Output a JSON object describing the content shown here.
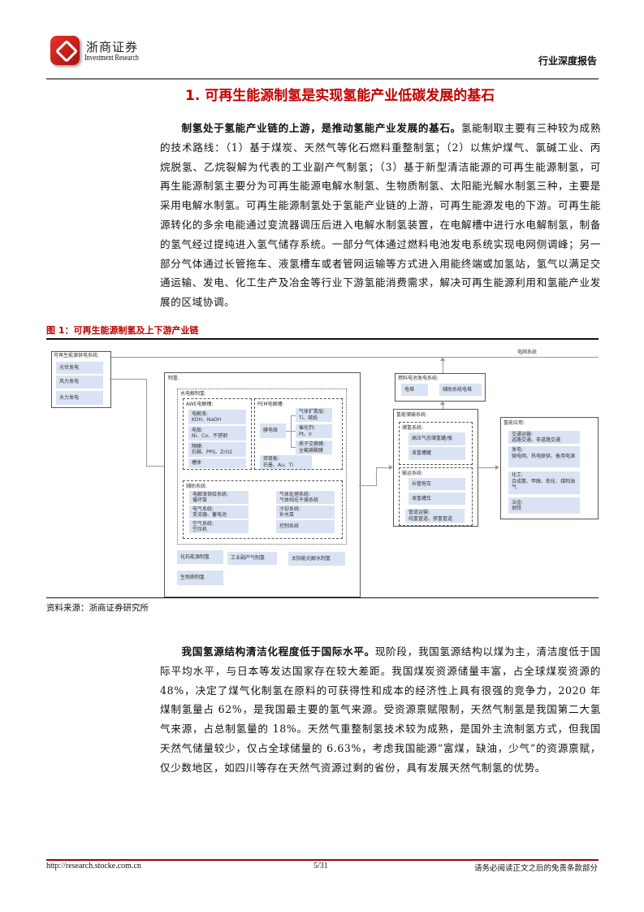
{
  "header": {
    "brand_cn": "浙商证券",
    "brand_en": "Investment Research",
    "doc_type": "行业深度报告"
  },
  "section_title": "1. 可再生能源制氢是实现氢能产业低碳发展的基石",
  "para1": {
    "lead": "制氢处于氢能产业链的上游，是推动氢能产业发展的基石。",
    "body": "氢能制取主要有三种较为成熟的技术路线：（1）基于煤炭、天然气等化石燃料重整制氢；（2）以焦炉煤气、氯碱工业、丙烷脱氢、乙烷裂解为代表的工业副产气制氢；（3）基于新型清洁能源的可再生能源制氢，可再生能源制氢主要分为可再生能源电解水制氢、生物质制氢、太阳能光解水制氢三种，主要是采用电解水制氢。可再生能源制氢处于氢能产业链的上游，可再生能源发电的下游。可再生能源转化的多余电能通过变流器调压后进入电解水制氢装置，在电解槽中进行水电解制氢，制备的氢气经过提纯进入氢气储存系统。一部分气体通过燃料电池发电系统实现电网侧调峰；另一部分气体通过长管拖车、液氢槽车或者管网运输等方式进入用能终端或加氢站，氢气以满足交通运输、发电、化工生产及冶金等行业下游氢能消费需求，解决可再生能源利用和氢能产业发展的区域协调。"
  },
  "figure": {
    "caption": "图 1：可再生能源制氢及上下游产业链",
    "source": "资料来源：浙商证券研究所",
    "renewable": {
      "title": "可再生能源供电系统:",
      "items": [
        "光伏发电",
        "风力发电",
        "水力发电"
      ]
    },
    "grid": "电网系统",
    "production": {
      "title": "制氢:",
      "electrolysis_title": "水电解制氢:",
      "awe": {
        "title": "AWE电解槽:",
        "items": [
          [
            "电解液:",
            "KOH、NaOH"
          ],
          [
            "电极:",
            "Ni、Co、不锈钢"
          ],
          [
            "隔膜:",
            "石棉、PPS、ZrO2"
          ],
          [
            "槽体",
            ""
          ]
        ]
      },
      "pem": {
        "title": "PEM电解槽:",
        "mea": "膜电极",
        "layers": [
          [
            "气体扩散层:",
            "Ti、碳纸"
          ],
          [
            "催化剂:",
            "Pt、Ir"
          ],
          [
            "质子交换膜:",
            "全氟磺酸膜"
          ]
        ],
        "bipolar": [
          "双极板:",
          "石墨、Au、Ti"
        ]
      },
      "aux": {
        "title": "辅助系统:",
        "left": [
          [
            "电解液供给系统:",
            "循环泵"
          ],
          [
            "电气系统:",
            "变流器、蓄电池"
          ],
          [
            "空气系统:",
            "空压机"
          ]
        ],
        "right": [
          [
            "气体处理系统:",
            "气体纯化干燥系统"
          ],
          [
            "冷却系统:",
            "补水泵"
          ],
          [
            "控制系统",
            ""
          ]
        ]
      },
      "others": [
        "化石能源制氢",
        "工业副产气制氢",
        "太阳能光解水制氢",
        "生物质制氢"
      ]
    },
    "fuel_cell": {
      "title": "燃料电池发电系统:",
      "items": [
        "电堆",
        "辅助系统电堆"
      ]
    },
    "storage": {
      "title": "氢能储输系统:",
      "store_title": "储氢系统:",
      "store_items": [
        "高压气态储氢罐/瓶",
        "液氢槽罐"
      ],
      "transport_title": "输运系统:",
      "transport_items": [
        "长管拖车",
        "液氢槽车"
      ],
      "pipeline": [
        "管道运输:",
        "纯氢管道、掺氢管道"
      ]
    },
    "application": {
      "title": "氢能应用:",
      "items": [
        [
          "交通运输:",
          "道路交通、非道路交通"
        ],
        [
          "发电:",
          "微电网、热电联供、备用电源"
        ],
        [
          "化工:",
          "合成氨、甲醇、炼化、煤制油气"
        ],
        [
          "冶金:",
          "钢铁"
        ]
      ]
    }
  },
  "para2": {
    "lead": "我国氢源结构清洁化程度低于国际水平。",
    "body": "现阶段，我国氢源结构以煤为主，清洁度低于国际平均水平，与日本等发达国家存在较大差距。我国煤炭资源储量丰富，占全球煤炭资源的 48%，决定了煤气化制氢在原料的可获得性和成本的经济性上具有很强的竞争力，2020 年煤制氢量占 62%，是我国最主要的氢气来源。受资源禀赋限制，天然气制氢是我国第二大氢气来源，占总制氢量的 18%。天然气重整制氢技术较为成熟，是国外主流制氢方式，但我国天然气储量较少，仅占全球储量的 6.63%，考虑我国能源“富煤，缺油，少气”的资源禀赋，仅少数地区，如四川等存在天然气资源过剩的省份，具有发展天然气制氢的优势。"
  },
  "footer": {
    "url": "http://research.stocke.com.cn",
    "page": "5/31",
    "disclaimer": "请务必阅读正文之后的免责条款部分"
  },
  "colors": {
    "accent": "#c00000",
    "item_fill": "#dae3f3"
  }
}
